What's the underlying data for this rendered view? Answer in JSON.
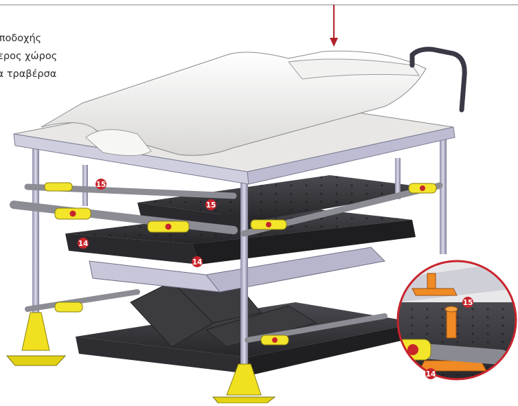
{
  "legend": {
    "lines": [
      "δι υποδοχής",
      "εύθερος χώρος",
      "σαία τραβέρσα"
    ]
  },
  "callouts": {
    "c15_upper": "15",
    "c15_middle": "15",
    "c14_left": "14",
    "c14_middle": "14",
    "c15_detail": "15",
    "c14_detail": "14"
  },
  "colors": {
    "frame_top": "#f4f3f1",
    "plate": "#3a3a3e",
    "rail": "#c9c8d8",
    "jack_yellow": "#f2e52a",
    "marker_red": "#c8242c",
    "arrow_red": "#b0202a",
    "foot_yellow": "#f0e020",
    "pin_orange": "#f08a24"
  }
}
